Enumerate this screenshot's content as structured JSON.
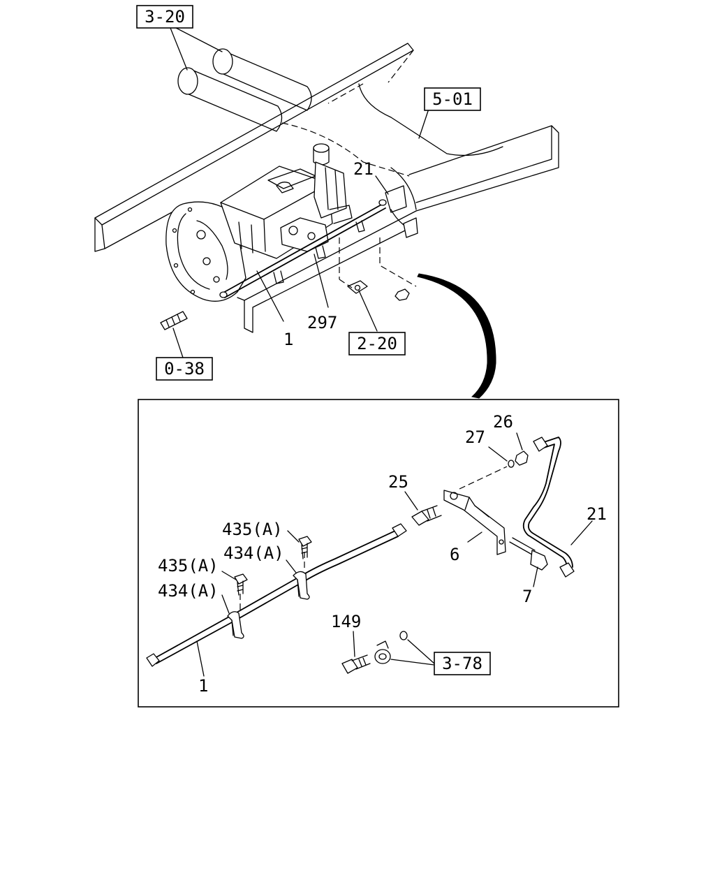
{
  "references": {
    "r320": "3-20",
    "r501": "5-01",
    "r220": "2-20",
    "r038": "0-38",
    "r378": "3-78"
  },
  "overview_callouts": {
    "c21": "21",
    "c297": "297",
    "c1": "1"
  },
  "detail_callouts": {
    "c26": "26",
    "c27": "27",
    "c25": "25",
    "c21": "21",
    "c435a_top": "435(A)",
    "c434a_top": "434(A)",
    "c435a_low": "435(A)",
    "c434a_low": "434(A)",
    "c6": "6",
    "c7": "7",
    "c149": "149",
    "c1": "1"
  }
}
